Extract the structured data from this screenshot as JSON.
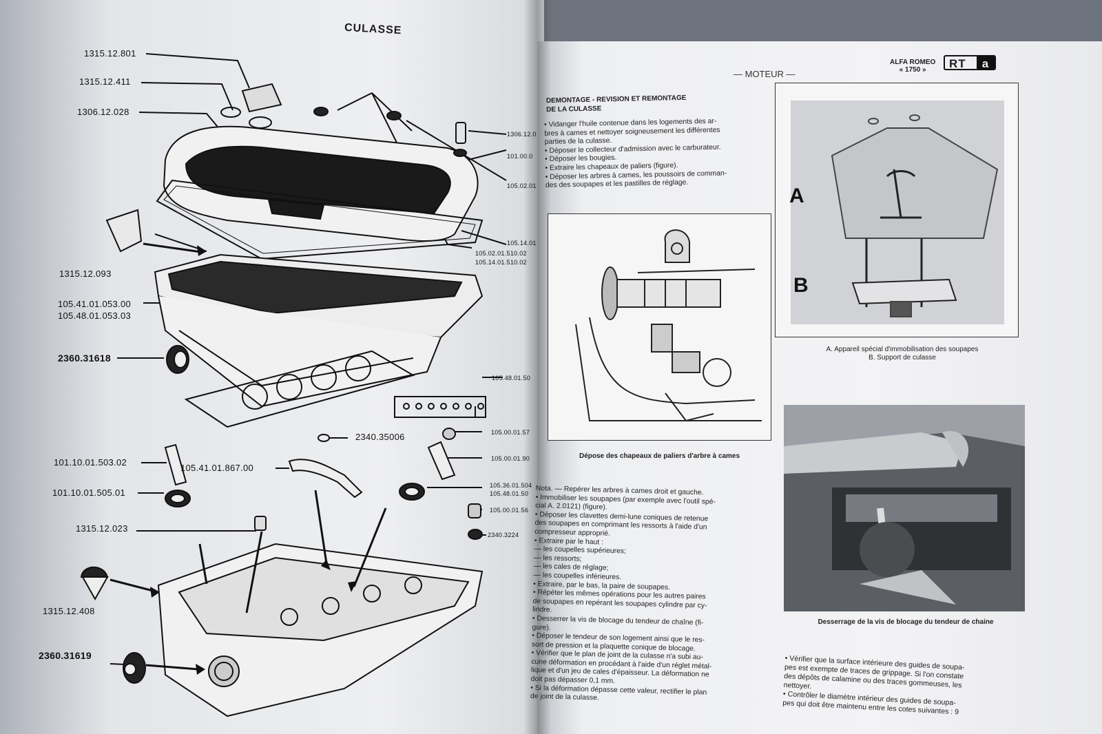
{
  "left_page": {
    "title": "CULASSE",
    "labels": {
      "l1": "1315.12.801",
      "l2": "1315.12.411",
      "l3": "1306.12.028",
      "l4": "1315.12.093",
      "l5a": "105.41.01.053.00",
      "l5b": "105.48.01.053.03",
      "l6": "2360.31618",
      "l7": "2340.35006",
      "l8": "101.10.01.503.02",
      "l9": "105.41.01.867.00",
      "l10": "101.10.01.505.01",
      "l11": "1315.12.023",
      "l12": "1315.12.408",
      "l13": "2360.31619",
      "r1": "1306.12.0",
      "r2": "101.00.0",
      "r3": "105.02.01",
      "r4": "105.14.01",
      "r5a": "105.02.01.510.02",
      "r5b": "105.14.01.510.02",
      "r6": "105.48.01.50",
      "r7": "105.00.01.57",
      "r8": "105.00.01.90",
      "r9a": "105.36.01.504",
      "r9b": "105.48.01.50",
      "r10": "105.00.01.56",
      "r11": "2340.3224"
    }
  },
  "right_page": {
    "section": "— MOTEUR —",
    "brand_line1": "ALFA ROMEO",
    "brand_line2": "« 1750 »",
    "logo_rt": "RT",
    "logo_a": "a",
    "heading_line1": "DEMONTAGE - REVISION ET REMONTAGE",
    "heading_line2": "DE LA CULASSE",
    "intro": [
      "• Vidanger l'huile contenue dans les logements des ar-",
      "bres à cames et nettoyer soigneusement les différentes",
      "parties de la culasse.",
      "• Déposer le collecteur d'admission avec le carburateur.",
      "• Déposer les bougies.",
      "• Extraire les chapeaux de paliers (figure).",
      "• Déposer les arbres à cames, les poussoirs de comman-",
      "des des soupapes et les pastilles de réglage."
    ],
    "fig1_caption": "Dépose des chapeaux de paliers d'arbre à cames",
    "fig2_label_a": "A",
    "fig2_label_b": "B",
    "fig2_caption_line1": "A. Appareil spécial d'immobilisation des soupapes",
    "fig2_caption_line2": "B. Support de culasse",
    "fig3_caption": "Desserrage de la vis de blocage du tendeur de chaine",
    "steps": [
      "Nota. — Repérer les arbres à cames droit et gauche.",
      "• Immobiliser les soupapes (par exemple avec l'outil spé-",
      "cial A. 2.0121) (figure).",
      "• Déposer les clavettes demi-lune coniques de retenue",
      "des soupapes en comprimant les ressorts à l'aide d'un",
      "compresseur approprié.",
      "• Extraire par le haut :",
      "— les coupelles supérieures;",
      "— les ressorts;",
      "— les cales de réglage;",
      "— les coupelles inférieures.",
      "• Extraire, par le bas, la paire de soupapes.",
      "• Répéter les mêmes opérations pour les autres paires",
      "de soupapes en repérant les soupapes cylindre par cy-",
      "lindre.",
      "• Desserrer la vis de blocage du tendeur de chaîne (fi-",
      "gure).",
      "• Déposer le tendeur de son logement ainsi que le res-",
      "sort de pression et la plaquette conique de blocage.",
      "• Vérifier que le plan de joint de la culasse n'a subi au-",
      "cune déformation en procédant à l'aide d'un réglet métal-",
      "lique et d'un jeu de cales d'épaisseur. La déformation ne",
      "doit pas dépasser 0,1 mm.",
      "• Si la déformation dépasse cette valeur, rectifier le plan",
      "de joint de la culasse."
    ],
    "col3": [
      "• Vérifier que la surface intérieure des guides de soupa-",
      "pes est exempte de traces de grippage. Si l'on constate",
      "des dépôts de calamine ou des traces gommeuses, les",
      "nettoyer.",
      "• Contrôler le diamètre intérieur des guides de soupa-",
      "pes qui doit être maintenu entre les cotes suivantes : 9"
    ]
  }
}
